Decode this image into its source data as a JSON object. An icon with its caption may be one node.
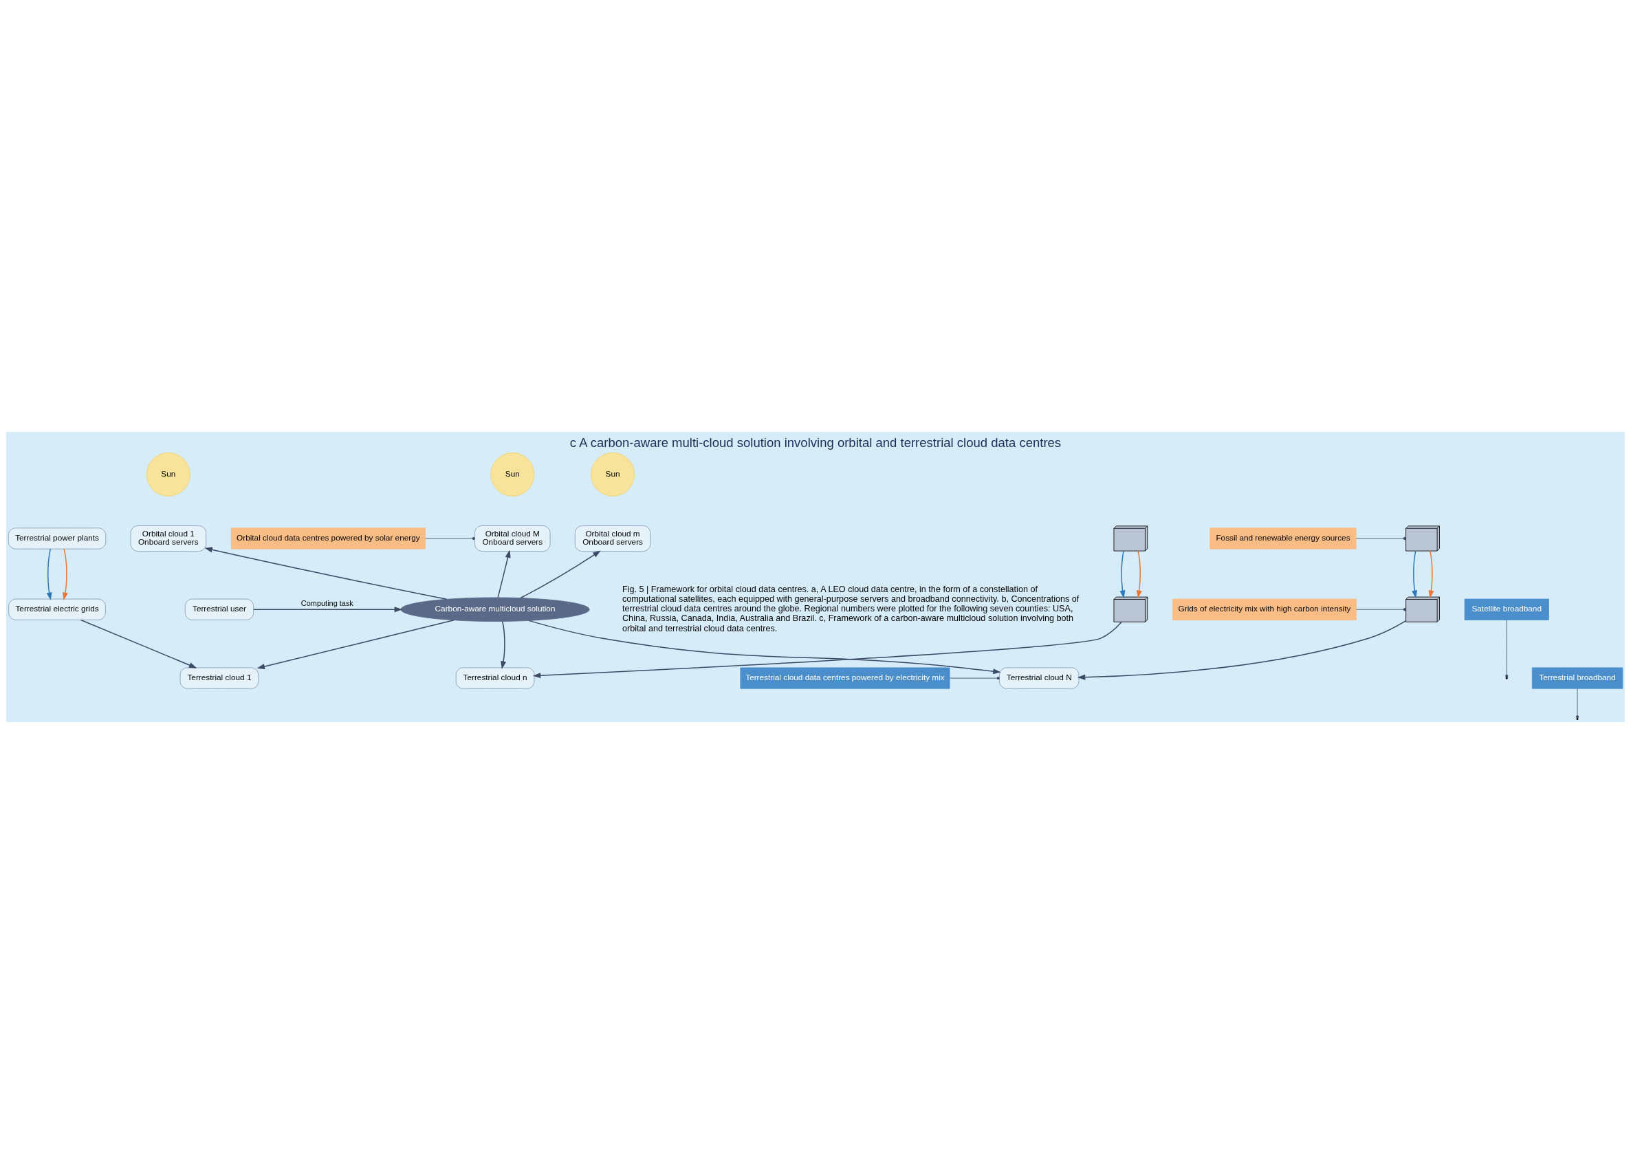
{
  "diagram": {
    "title": "c A carbon-aware multi-cloud solution involving orbital and terrestrial cloud data centres",
    "caption": "Fig. 5 | Framework for orbital cloud data centres. a, A LEO cloud data centre, in the form of a constellation of computational satellites, each equipped with general-purpose servers and broadband connectivity. b, Concentrations of terrestrial cloud data centres around the globe. Regional numbers were plotted for the following seven counties: USA, China, Russia, Canada, India, Australia and Brazil. c, Framework of a carbon-aware multicloud solution involving both orbital and terrestrial cloud data centres.",
    "nodes": [
      {
        "text": [
          "Sun"
        ]
      },
      {
        "text": [
          "Sun"
        ]
      },
      {
        "text": [
          "Sun"
        ]
      },
      {
        "text": [
          "Orbital cloud 1",
          "Onboard servers"
        ]
      },
      {
        "text": [
          "Orbital cloud m",
          "Onboard servers"
        ]
      },
      {
        "text": [
          "Orbital cloud M",
          "Onboard servers"
        ]
      },
      {
        "text": [
          "Carbon-aware multicloud solution"
        ]
      },
      {
        "text": [
          "Terrestrial user"
        ]
      },
      {
        "text": [
          "Terrestrial cloud 1"
        ]
      },
      {
        "text": [
          "Terrestrial cloud n"
        ]
      },
      {
        "text": [
          "Terrestrial cloud N"
        ]
      },
      {
        "text": [
          "Terrestrial electric grids"
        ]
      },
      {
        "text": [],
        "shape": "picture"
      },
      {
        "text": [],
        "shape": "picture"
      },
      {
        "text": [
          "Terrestrial power plants"
        ]
      },
      {
        "text": [],
        "shape": "picture"
      },
      {
        "text": [],
        "shape": "picture"
      },
      {
        "text": [
          "Orbital cloud data centres powered by solar energy"
        ]
      },
      {
        "text": [
          "Satellite broadband"
        ]
      },
      {
        "text": [
          "Terrestrial broadband"
        ]
      },
      {
        "text": [
          "Terrestrial cloud data centres powered by electricity mix"
        ]
      },
      {
        "text": [
          "Grids of electricity mix with high carbon intensity"
        ]
      },
      {
        "text": [
          "Fossil and renewable energy sources"
        ]
      }
    ],
    "edges": [
      {
        "from": 7,
        "to": 6,
        "arrow": "to",
        "label": "Computing task"
      },
      {
        "from": 6,
        "to": 3,
        "arrow": "to"
      },
      {
        "from": 6,
        "to": 4,
        "arrow": "to"
      },
      {
        "from": 6,
        "to": 5,
        "arrow": "to"
      },
      {
        "from": 6,
        "to": 8,
        "arrow": "to"
      },
      {
        "from": 6,
        "to": 9,
        "arrow": "to"
      },
      {
        "from": 6,
        "to": 10,
        "arrow": "to"
      },
      {
        "from": 11,
        "to": 8,
        "arrow": "to"
      },
      {
        "from": 12,
        "to": 9,
        "arrow": "to"
      },
      {
        "from": 13,
        "to": 10,
        "arrow": "to"
      },
      {
        "from": 14,
        "to": 11,
        "arrow": "to",
        "color": "#2f78b8"
      },
      {
        "from": 14,
        "to": 11,
        "arrow": "to",
        "color": "#e8793a"
      },
      {
        "from": 15,
        "to": 12,
        "arrow": "to",
        "color": "#2f78b8"
      },
      {
        "from": 15,
        "to": 12,
        "arrow": "to",
        "color": "#e8793a"
      },
      {
        "from": 16,
        "to": 13,
        "arrow": "to",
        "color": "#2f78b8"
      },
      {
        "from": 16,
        "to": 13,
        "arrow": "to",
        "color": "#e8793a"
      },
      {
        "from": 17,
        "to": 5,
        "arrow": "other"
      },
      {
        "from": 18,
        "to": null,
        "arrow": "other"
      },
      {
        "from": 19,
        "to": null,
        "arrow": "other"
      },
      {
        "from": 20,
        "to": 10,
        "arrow": "other"
      },
      {
        "from": 21,
        "to": 13,
        "arrow": "other"
      },
      {
        "from": 22,
        "to": 16,
        "arrow": "other"
      }
    ]
  }
}
